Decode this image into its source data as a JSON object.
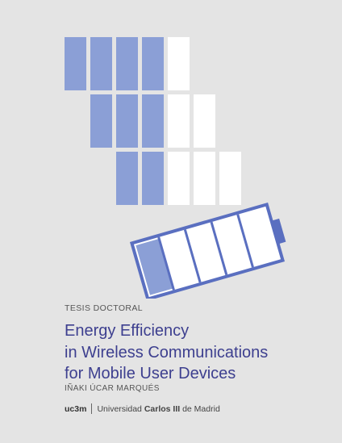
{
  "cover": {
    "label": "TESIS DOCTORAL",
    "title_lines": [
      "Energy Efficiency",
      "in Wireless Communications",
      "for Mobile User Devices"
    ],
    "author": "IÑAKI ÚCAR MARQUÉS",
    "logo": {
      "mark": "uc3m",
      "text_before": "Universidad ",
      "text_bold": "Carlos III",
      "text_after": " de Madrid"
    }
  },
  "colors": {
    "accent": "#8b9fd6",
    "battery_stroke": "#5a6fc0",
    "title": "#3d3f8f",
    "background": "#e4e4e4"
  }
}
